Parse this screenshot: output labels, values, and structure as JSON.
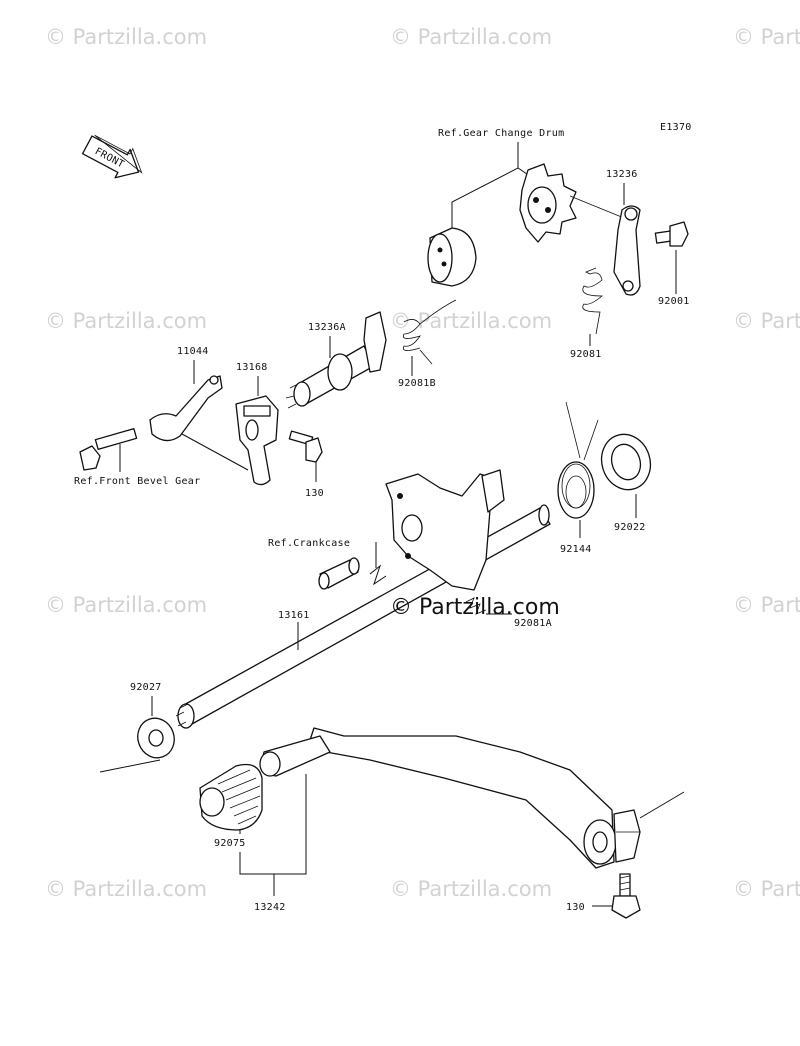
{
  "diagram_code": "E1370",
  "watermark": "© Partzilla.com",
  "center_watermark": "© Partzilla.com",
  "front_arrow_label": "FRONT",
  "refs": {
    "gear_change_drum": "Ref.Gear Change Drum",
    "front_bevel_gear": "Ref.Front Bevel Gear",
    "crankcase": "Ref.Crankcase"
  },
  "parts": {
    "p13236": "13236",
    "p92001": "92001",
    "p13236A": "13236A",
    "p92081B": "92081B",
    "p92081": "92081",
    "p11044": "11044",
    "p13168": "13168",
    "p130_upper": "130",
    "p92022": "92022",
    "p92144": "92144",
    "p13161": "13161",
    "p92081A": "92081A",
    "p92027": "92027",
    "p92075": "92075",
    "p13242": "13242",
    "p130_lower": "130"
  }
}
